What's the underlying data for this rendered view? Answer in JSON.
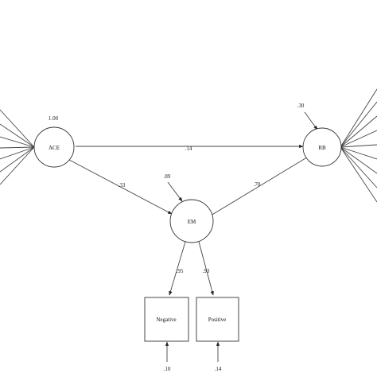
{
  "nodes": {
    "ace": {
      "label": "ACE",
      "variance": "1.00"
    },
    "em": {
      "label": "EM",
      "error": ".89"
    },
    "rb": {
      "label": "RB",
      "error": ".30"
    },
    "negative": {
      "label": "Negative",
      "error": ".10"
    },
    "positive": {
      "label": "Positive",
      "error": ".14"
    }
  },
  "paths": {
    "ace_rb": ".14",
    "ace_em": ".33",
    "em_rb": ".70",
    "em_negative": ".95",
    "em_positive": ".93"
  },
  "colors": {
    "line": "#444444",
    "text": "#222222"
  }
}
